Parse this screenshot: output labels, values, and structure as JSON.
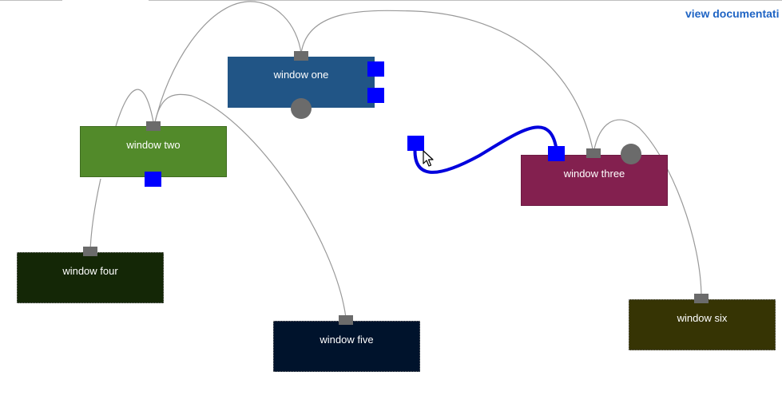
{
  "header": {
    "doc_link": "view documentati"
  },
  "windows": {
    "one": {
      "label": "window one"
    },
    "two": {
      "label": "window two"
    },
    "three": {
      "label": "window three"
    },
    "four": {
      "label": "window four"
    },
    "five": {
      "label": "window five"
    },
    "six": {
      "label": "window six"
    }
  },
  "colors": {
    "window_one": "#215586",
    "window_two": "#528a2a",
    "window_three": "#83204f",
    "window_four": "#142706",
    "window_five": "#00132c",
    "window_six": "#363404",
    "endpoint_blue": "#0000ff",
    "endpoint_gray": "#6b6b6b",
    "connector": "#999999",
    "active_connector": "#0000dd",
    "link": "#1f64c4"
  },
  "icons": {
    "cursor": "mouse-pointer-icon"
  }
}
